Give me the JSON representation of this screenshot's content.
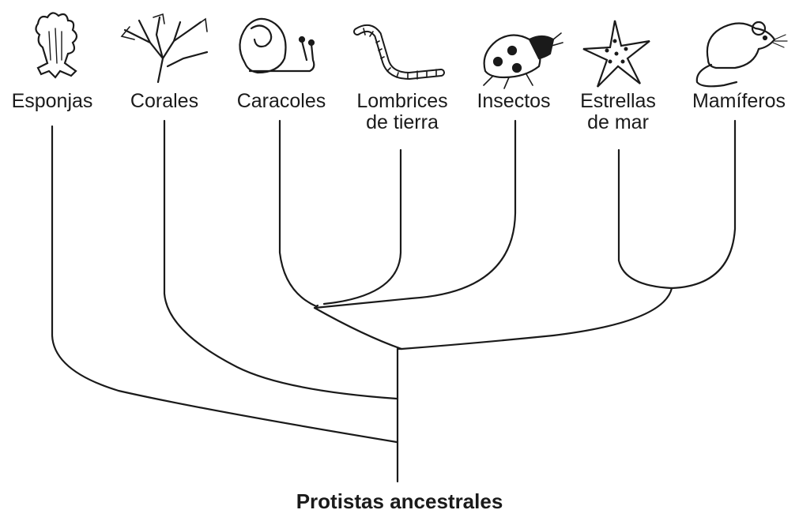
{
  "taxa": [
    {
      "id": "esponjas",
      "line1": "Esponjas",
      "line2": "",
      "icon": "sponge-icon"
    },
    {
      "id": "corales",
      "line1": "Corales",
      "line2": "",
      "icon": "coral-icon"
    },
    {
      "id": "caracoles",
      "line1": "Caracoles",
      "line2": "",
      "icon": "snail-icon"
    },
    {
      "id": "lombrices",
      "line1": "Lombrices",
      "line2": "de tierra",
      "icon": "earthworm-icon"
    },
    {
      "id": "insectos",
      "line1": "Insectos",
      "line2": "",
      "icon": "ladybug-icon"
    },
    {
      "id": "estrellas",
      "line1": "Estrellas",
      "line2": "de mar",
      "icon": "starfish-icon"
    },
    {
      "id": "mamiferos",
      "line1": "Mamíferos",
      "line2": "",
      "icon": "mouse-icon"
    }
  ],
  "root_label": "Protistas ancestrales",
  "colors": {
    "line": "#1a1a1a",
    "background": "#ffffff"
  }
}
